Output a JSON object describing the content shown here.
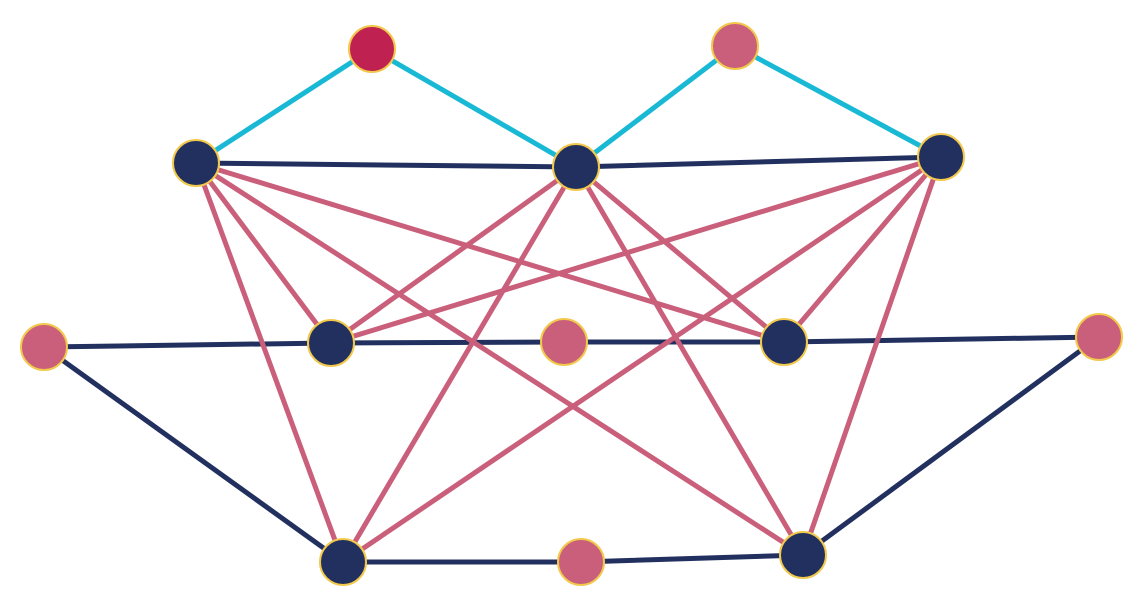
{
  "graph": {
    "colors": {
      "navy": "#22305f",
      "pink": "#c95f7a",
      "crimson": "#bf2250",
      "cyan": "#19b9d6",
      "node_outline": "#f2c94c",
      "background": "#ffffff"
    },
    "nodes": [
      {
        "id": "top-left-apex",
        "role": "apex",
        "color": "crimson"
      },
      {
        "id": "top-right-apex",
        "role": "apex",
        "color": "pink"
      },
      {
        "id": "upper-left-hub",
        "role": "hub",
        "color": "navy"
      },
      {
        "id": "upper-center-hub",
        "role": "hub",
        "color": "navy"
      },
      {
        "id": "upper-right-hub",
        "role": "hub",
        "color": "navy"
      },
      {
        "id": "far-left",
        "role": "leaf",
        "color": "pink"
      },
      {
        "id": "mid-left-hub",
        "role": "hub",
        "color": "navy"
      },
      {
        "id": "mid-center",
        "role": "leaf",
        "color": "pink"
      },
      {
        "id": "mid-right-hub",
        "role": "hub",
        "color": "navy"
      },
      {
        "id": "far-right",
        "role": "leaf",
        "color": "pink"
      },
      {
        "id": "bottom-left-hub",
        "role": "hub",
        "color": "navy"
      },
      {
        "id": "bottom-center",
        "role": "leaf",
        "color": "pink"
      },
      {
        "id": "bottom-right-hub",
        "role": "hub",
        "color": "navy"
      }
    ],
    "edges": [
      {
        "from": "top-left-apex",
        "to": "upper-left-hub",
        "color": "cyan"
      },
      {
        "from": "top-left-apex",
        "to": "upper-center-hub",
        "color": "cyan"
      },
      {
        "from": "top-right-apex",
        "to": "upper-center-hub",
        "color": "cyan"
      },
      {
        "from": "top-right-apex",
        "to": "upper-right-hub",
        "color": "cyan"
      },
      {
        "from": "upper-left-hub",
        "to": "upper-center-hub",
        "color": "navy"
      },
      {
        "from": "upper-center-hub",
        "to": "upper-right-hub",
        "color": "navy"
      },
      {
        "from": "far-left",
        "to": "mid-left-hub",
        "color": "navy"
      },
      {
        "from": "mid-left-hub",
        "to": "mid-center",
        "color": "navy"
      },
      {
        "from": "mid-center",
        "to": "mid-right-hub",
        "color": "navy"
      },
      {
        "from": "mid-right-hub",
        "to": "far-right",
        "color": "navy"
      },
      {
        "from": "far-left",
        "to": "bottom-left-hub",
        "color": "navy"
      },
      {
        "from": "far-right",
        "to": "bottom-right-hub",
        "color": "navy"
      },
      {
        "from": "bottom-left-hub",
        "to": "bottom-center",
        "color": "navy"
      },
      {
        "from": "bottom-center",
        "to": "bottom-right-hub",
        "color": "navy"
      },
      {
        "from": "upper-left-hub",
        "to": "mid-left-hub",
        "color": "pink"
      },
      {
        "from": "upper-left-hub",
        "to": "mid-right-hub",
        "color": "pink"
      },
      {
        "from": "upper-left-hub",
        "to": "bottom-left-hub",
        "color": "pink"
      },
      {
        "from": "upper-left-hub",
        "to": "bottom-right-hub",
        "color": "pink"
      },
      {
        "from": "upper-center-hub",
        "to": "mid-left-hub",
        "color": "pink"
      },
      {
        "from": "upper-center-hub",
        "to": "mid-right-hub",
        "color": "pink"
      },
      {
        "from": "upper-center-hub",
        "to": "bottom-left-hub",
        "color": "pink"
      },
      {
        "from": "upper-center-hub",
        "to": "bottom-right-hub",
        "color": "pink"
      },
      {
        "from": "upper-right-hub",
        "to": "mid-left-hub",
        "color": "pink"
      },
      {
        "from": "upper-right-hub",
        "to": "mid-right-hub",
        "color": "pink"
      },
      {
        "from": "upper-right-hub",
        "to": "bottom-left-hub",
        "color": "pink"
      },
      {
        "from": "upper-right-hub",
        "to": "bottom-right-hub",
        "color": "pink"
      }
    ]
  }
}
